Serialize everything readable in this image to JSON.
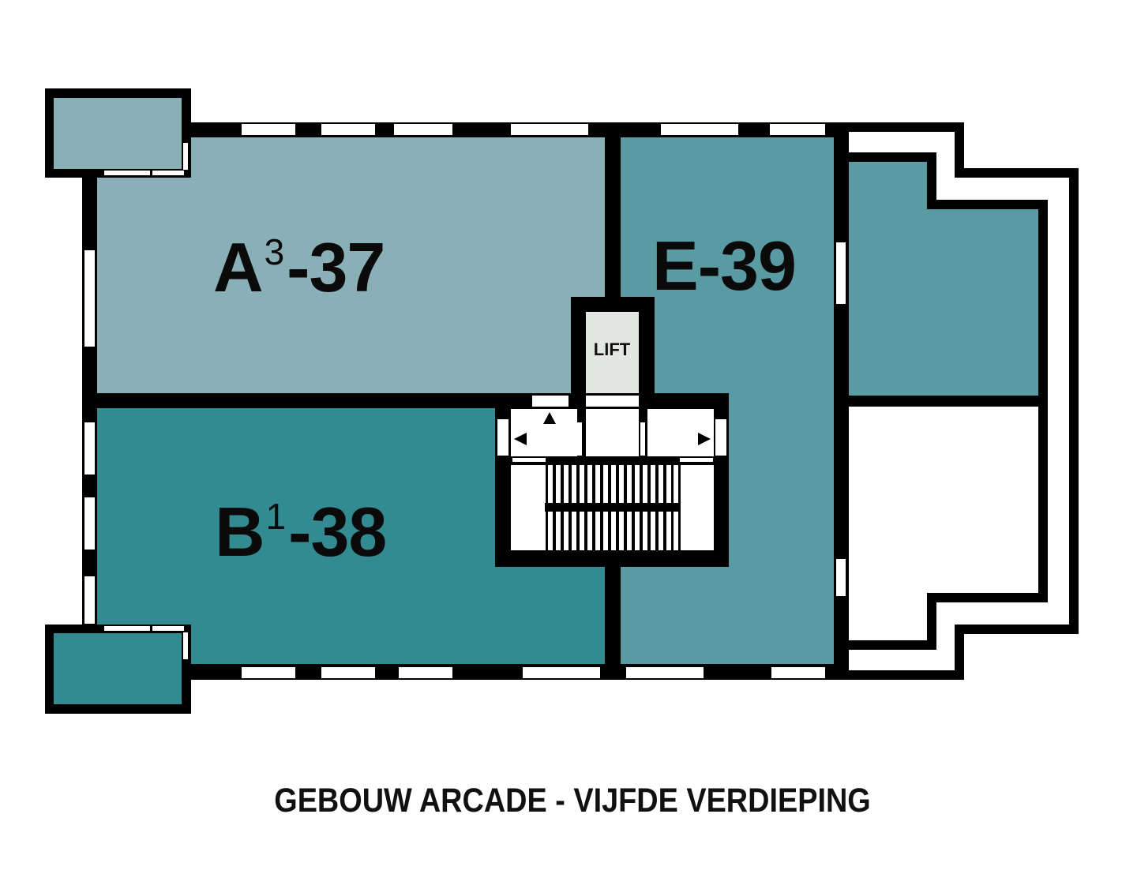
{
  "floorplan": {
    "caption": "GEBOUW ARCADE - VIJFDE VERDIEPING",
    "colors": {
      "wall": "#000000",
      "window": "#ffffff",
      "unit_a": "#89b0b6",
      "unit_b": "#338b92",
      "unit_e": "#5a9ba3",
      "lift": "#e4e6e1",
      "background": "#ffffff"
    },
    "units": [
      {
        "id": "A3-37",
        "letter": "A",
        "superscript": "3",
        "number": "-37"
      },
      {
        "id": "B1-38",
        "letter": "B",
        "superscript": "1",
        "number": "-38"
      },
      {
        "id": "E-39",
        "letter": "E-39",
        "superscript": "",
        "number": ""
      }
    ],
    "core": {
      "lift_label": "LIFT",
      "arrows": [
        "arrow-up-icon",
        "arrow-left-icon",
        "arrow-right-icon"
      ]
    }
  }
}
